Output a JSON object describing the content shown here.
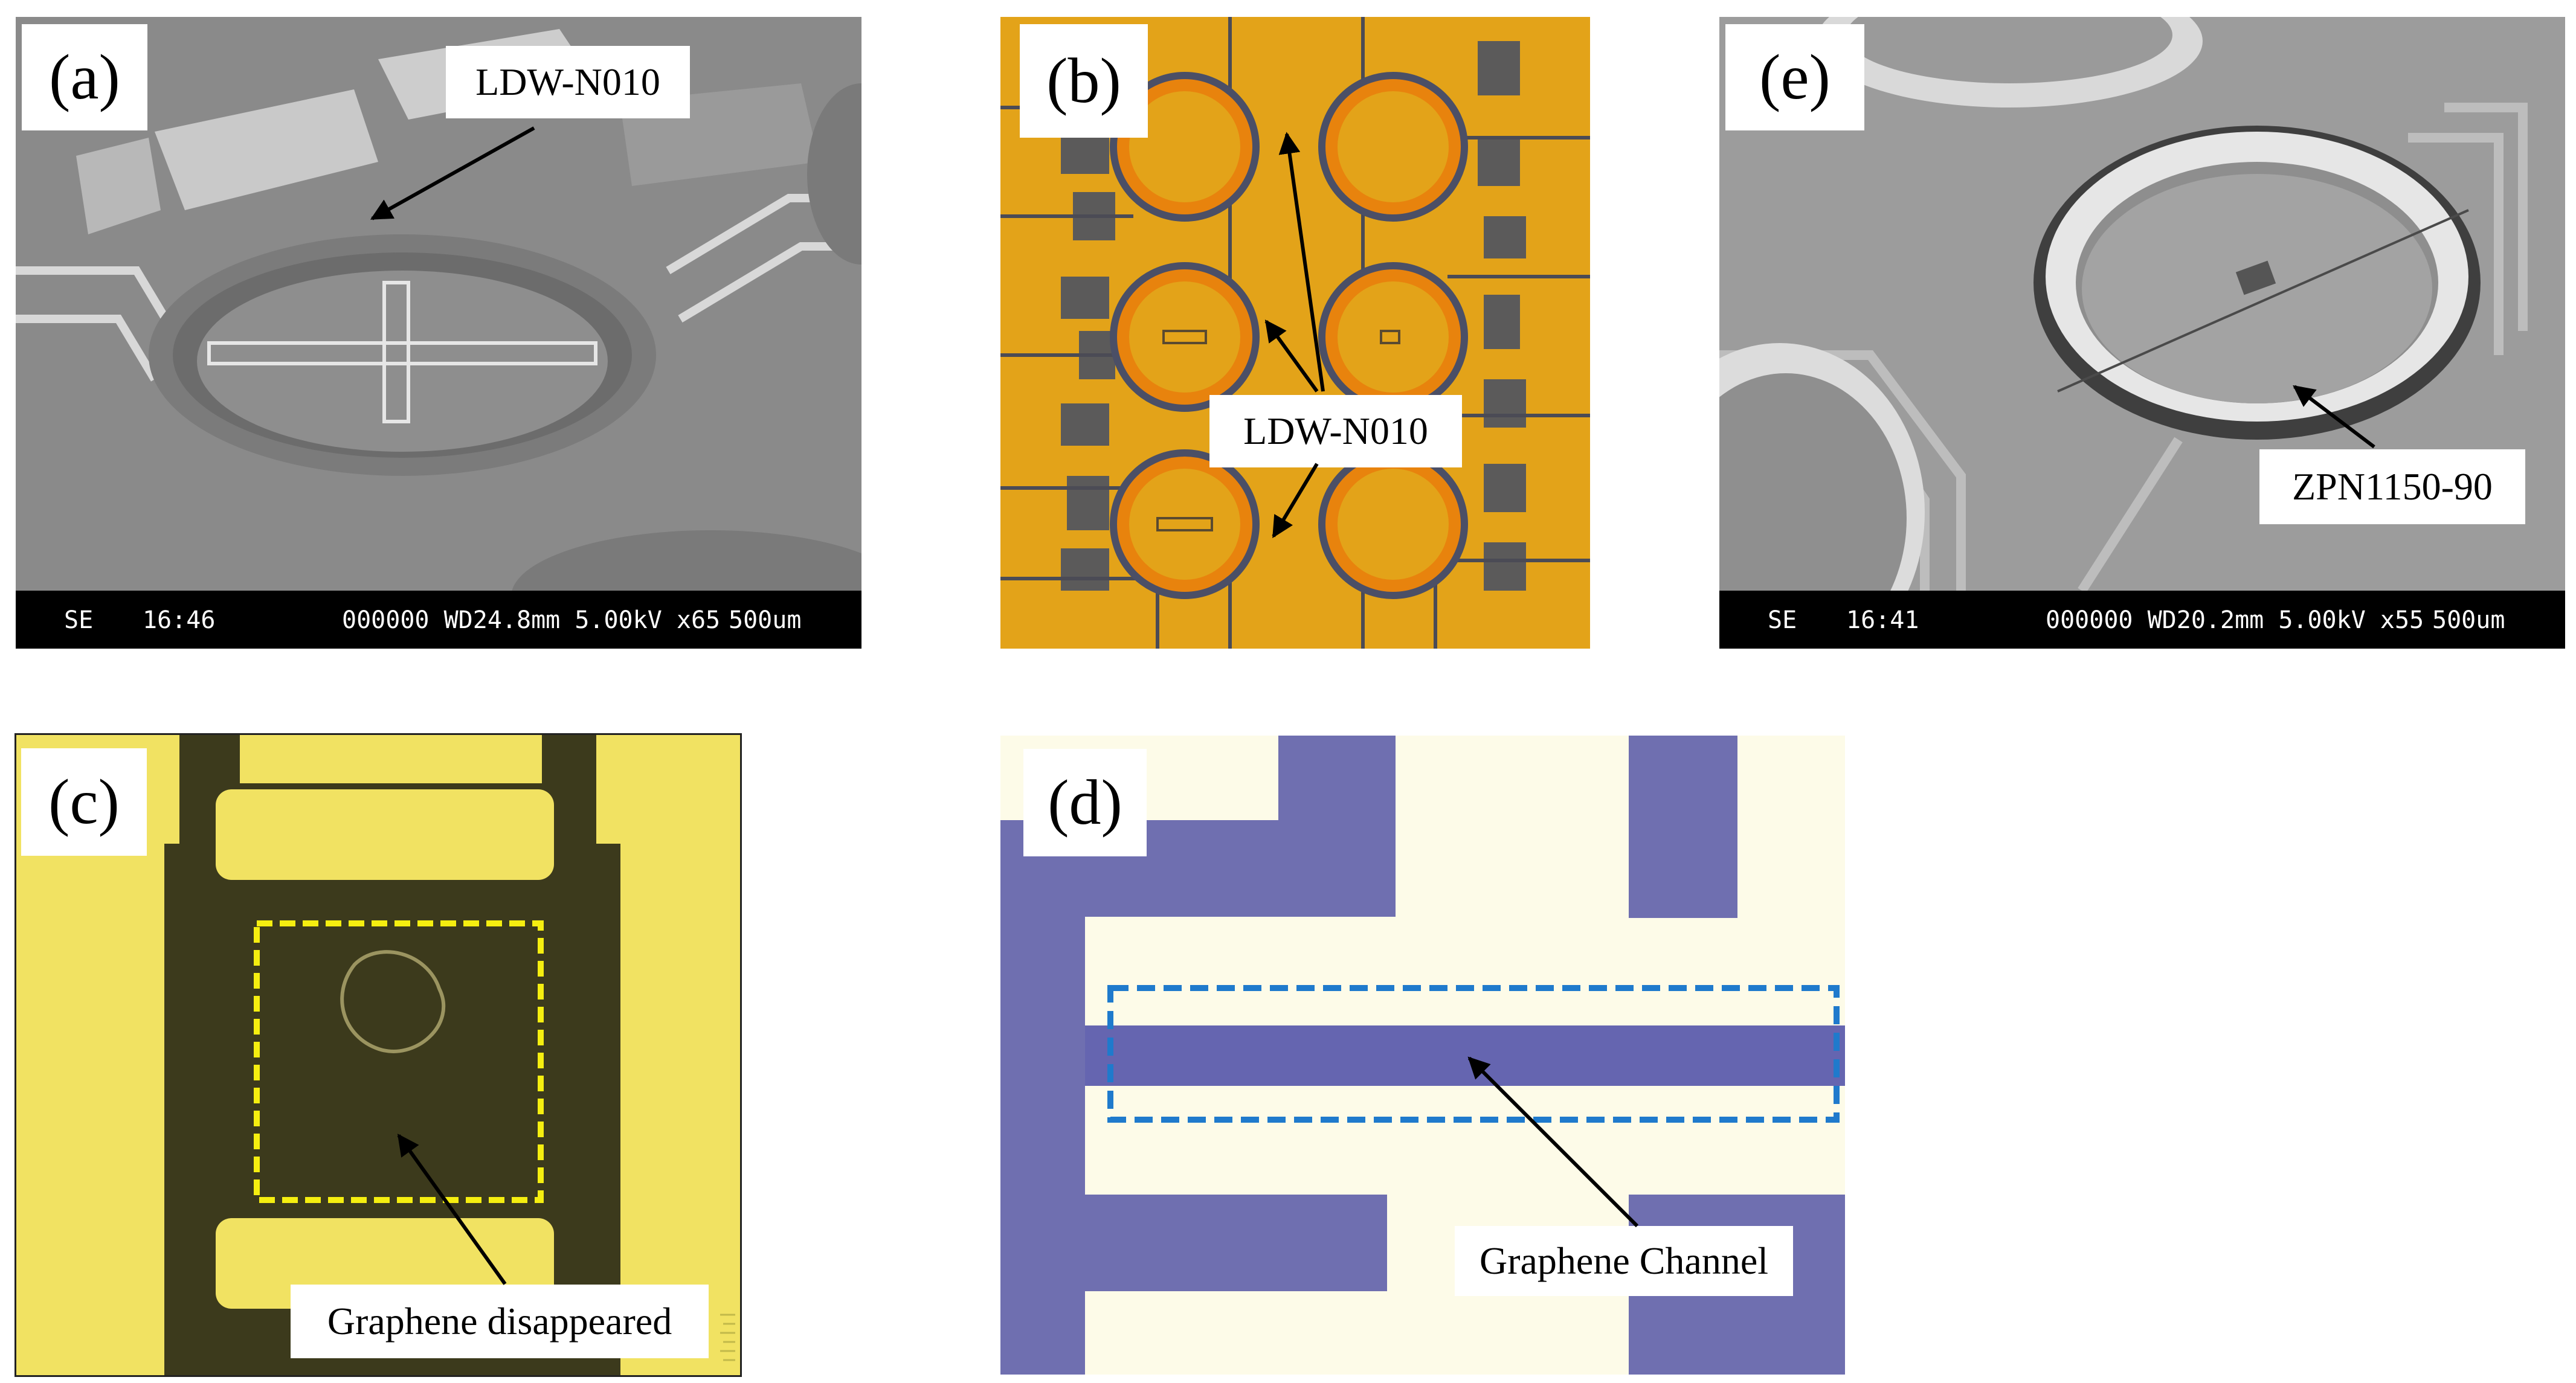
{
  "panels": {
    "a": {
      "label": "(a)",
      "callout": "LDW-N010",
      "sem_bar": {
        "mode": "SE",
        "time": "16:46",
        "info": "000000 WD24.8mm 5.00kV x65",
        "scale": "500um"
      }
    },
    "b": {
      "label": "(b)",
      "callout": "LDW-N010"
    },
    "c": {
      "label": "(c)",
      "callout": "Graphene disappeared"
    },
    "d": {
      "label": "(d)",
      "callout": "Graphene Channel"
    },
    "e": {
      "label": "(e)",
      "callout": "ZPN1150-90",
      "sem_bar": {
        "mode": "SE",
        "time": "16:41",
        "info": "000000 WD20.2mm 5.00kV x55",
        "scale": "500um"
      }
    }
  },
  "colors": {
    "sem_gray": "#8c8c8c",
    "gold": "#e3a319",
    "micro_yellow": "#f1e262",
    "micro_dark": "#3c3a1c",
    "purple": "#6f6fb0",
    "cream": "#fdfbe8",
    "dash_yellow": "#f5ee10",
    "dash_blue": "#1f7acc"
  }
}
